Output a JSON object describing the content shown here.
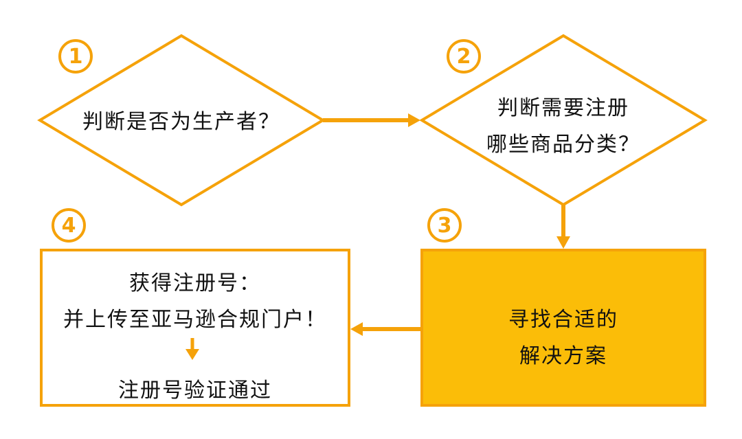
{
  "colors": {
    "accent": "#f5a20a",
    "highlight_fill": "#fbbd08",
    "text": "#111111",
    "background": "#ffffff"
  },
  "steps": [
    {
      "number": "1",
      "lines": [
        "判断是否为生产者？"
      ]
    },
    {
      "number": "2",
      "lines": [
        "判断需要注册",
        "哪些商品分类？"
      ]
    },
    {
      "number": "3",
      "lines": [
        "寻找合适的",
        "解决方案"
      ]
    },
    {
      "number": "4",
      "lines": [
        "获得注册号：",
        "并上传至亚马逊合规门户！",
        "注册号验证通过"
      ]
    }
  ]
}
